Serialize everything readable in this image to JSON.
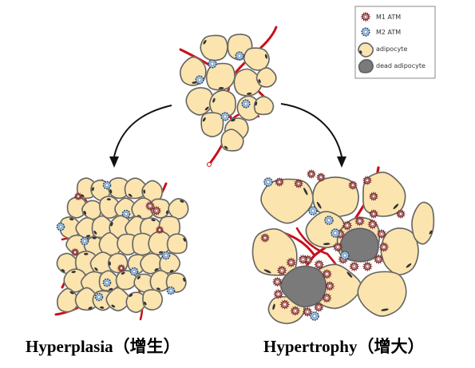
{
  "legend": {
    "items": [
      {
        "key": "m1",
        "label": "M1 ATM"
      },
      {
        "key": "m2",
        "label": "M2 ATM"
      },
      {
        "key": "adipocyte",
        "label": "adipocyte"
      },
      {
        "key": "dead",
        "label": "dead adipocyte"
      }
    ]
  },
  "captions": {
    "left": "Hyperplasia（增生）",
    "right": "Hypertrophy（增大）"
  },
  "colors": {
    "adipocyte_fill": "#fbe4ae",
    "adipocyte_stroke": "#555555",
    "dead_fill": "#7a7a7a",
    "vessel": "#c8101a",
    "m1_fill": "#efc6c6",
    "m1_stroke": "#7a2a2a",
    "m2_fill": "#a9c8e6",
    "m2_stroke": "#2c4f78",
    "nucleus": "#333333",
    "arrow": "#111111"
  }
}
